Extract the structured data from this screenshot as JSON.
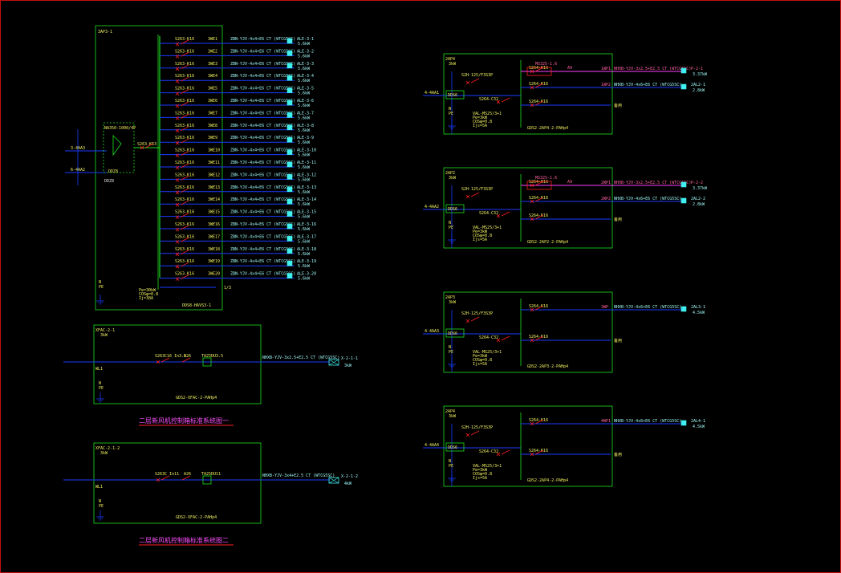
{
  "colors": {
    "bus": "#1a3cff",
    "frame": "#20e020",
    "red": "#ff2020",
    "magenta": "#ff40ff",
    "cyan": "#40f0f0",
    "yellow": "#f0f060"
  },
  "main_panel": {
    "head": "3AP3-1",
    "incomers": [
      "3-4AA3",
      "6-4AA2"
    ],
    "meter_label": "DDZ8",
    "switch_label": "NA350-1000/4P",
    "left_breaker": "S263-K63",
    "footer_left": [
      "N",
      "PE"
    ],
    "footer_calc": [
      "Pe=30kW",
      "COSφ=0.8",
      "Ij=38A"
    ],
    "footer_code": "DDS8-HAVS3-1",
    "spare_label": "1/3",
    "rows": [
      {
        "breaker": "S263-K16",
        "circuit": "3WE1",
        "cable": "ZBN-YJV-4x4+E6 CT (WTCG5SC)",
        "dest": "ALE-3-1",
        "power": "5.6kW"
      },
      {
        "breaker": "S263-K16",
        "circuit": "3WE2",
        "cable": "ZBN-YJV-4x4+E6 CT (WTCG5SC)",
        "dest": "ALE-3-2",
        "power": "5.6kW"
      },
      {
        "breaker": "S263-K16",
        "circuit": "3WE3",
        "cable": "ZBN-YJV-4x4+E6 CT (WTCG5SC)",
        "dest": "ALE-3-3",
        "power": "5.6kW"
      },
      {
        "breaker": "S263-K16",
        "circuit": "3WE4",
        "cable": "ZBN-YJV-4x4+E6 CT (WTCG5SC)",
        "dest": "ALE-3-4",
        "power": "5.6kW"
      },
      {
        "breaker": "S263-K16",
        "circuit": "3WE5",
        "cable": "ZBN-YJV-4x4+E6 CT (WTCG5SC)",
        "dest": "ALE-3-5",
        "power": "5.6kW"
      },
      {
        "breaker": "S263-K16",
        "circuit": "3WE6",
        "cable": "ZBN-YJV-4x4+E6 CT (WTCG5SC)",
        "dest": "ALE-3-6",
        "power": "5.6kW"
      },
      {
        "breaker": "S263-K16",
        "circuit": "3WE7",
        "cable": "ZBN-YJV-4x4+E6 CT (WTCG5SC)",
        "dest": "ALE-3-7",
        "power": "5.6kW"
      },
      {
        "breaker": "S263-K16",
        "circuit": "3WE8",
        "cable": "ZBN-YJV-4x4+E6 CT (WTCG5SC)",
        "dest": "ALE-3-8",
        "power": "5.6kW"
      },
      {
        "breaker": "S263-K16",
        "circuit": "3WE9",
        "cable": "ZBN-YJV-4x4+E6 CT (WTCG5SC)",
        "dest": "ALE-3-9",
        "power": "5.6kW"
      },
      {
        "breaker": "S263-K16",
        "circuit": "3WE10",
        "cable": "ZBN-YJV-4x4+E6 CT (WTCG5SC)",
        "dest": "ALE-3-10",
        "power": "5.6kW"
      },
      {
        "breaker": "S263-K16",
        "circuit": "3WE11",
        "cable": "ZBN-YJV-4x4+E6 CT (WTCG5SC)",
        "dest": "ALE-3-11",
        "power": "5.6kW"
      },
      {
        "breaker": "S263-K16",
        "circuit": "3WE12",
        "cable": "ZBN-YJV-4x4+E6 CT (WTCG5SC)",
        "dest": "ALE-3-12",
        "power": "5.6kW"
      },
      {
        "breaker": "S263-K16",
        "circuit": "3WE13",
        "cable": "ZBN-YJV-4x4+E6 CT (WTCG5SC)",
        "dest": "ALE-3-13",
        "power": "5.6kW"
      },
      {
        "breaker": "S263-K16",
        "circuit": "3WE14",
        "cable": "ZBN-YJV-4x4+E6 CT (WTCG5SC)",
        "dest": "ALE-3-14",
        "power": "5.6kW"
      },
      {
        "breaker": "S263-K16",
        "circuit": "3WE15",
        "cable": "ZBN-YJV-4x4+E6 CT (WTCG5SC)",
        "dest": "ALE-3-15",
        "power": "5.6kW"
      },
      {
        "breaker": "S263-K16",
        "circuit": "3WE16",
        "cable": "ZBN-YJV-4x4+E6 CT (WTCG5SC)",
        "dest": "ALE-3-16",
        "power": "5.6kW"
      },
      {
        "breaker": "S263-K16",
        "circuit": "3WE17",
        "cable": "ZBN-YJV-4x4+E6 CT (WTCG5SC)",
        "dest": "ALE-3-17",
        "power": "5.6kW"
      },
      {
        "breaker": "S263-K16",
        "circuit": "3WE18",
        "cable": "ZBN-YJV-4x4+E6 CT (WTCG5SC)",
        "dest": "ALE-3-18",
        "power": "5.6kW"
      },
      {
        "breaker": "S263-K16",
        "circuit": "3WE19",
        "cable": "ZBN-YJV-4x4+E6 CT (WTCG5SC)",
        "dest": "ALE-3-19",
        "power": "5.6kW"
      },
      {
        "breaker": "S263-K16",
        "circuit": "3WE20",
        "cable": "ZBN-YJV-4x4+E6 CT (WTCG5SC)",
        "dest": "ALE-3-20",
        "power": "5.6kW"
      }
    ]
  },
  "small_panels": [
    {
      "head": [
        "XFAC-2-1",
        "3kW"
      ],
      "left": "WL1",
      "breaker": "S263C16 In3.5",
      "contactor": "A26",
      "relay": "TA25DU3.5",
      "cable": "NHXB-YJV-3x2.5+E2.5 CT (WTCG5SC)",
      "dest": [
        "X-2-1-1",
        "3kW"
      ],
      "np": [
        "N",
        "PE"
      ],
      "code": "GDS2-XFAC-2-PAHp4",
      "title": "二层新风机控制箱标准系统图一"
    },
    {
      "head": [
        "XFAC-2-1-2",
        "3kW"
      ],
      "left": "WL1",
      "breaker": "S263C In11",
      "contactor": "A26",
      "relay": "TA25DU11",
      "cable": "NHXB-YJV-3x4+E2.5 CT (WTCG5SC)",
      "dest": [
        "X-2-1-2",
        "4kW"
      ],
      "np": [
        "N",
        "PE"
      ],
      "code": "GDS2-XFAC-2-PAHp4",
      "title": "二层新风机控制箱标准系统图二"
    }
  ],
  "right_panels": [
    {
      "head": [
        "2AP4",
        "3kW"
      ],
      "incomer": "4-4AA1",
      "main": "S2H-125/F3S3P",
      "meter": "DDS6",
      "breakers": [
        "S264-C32",
        "S264-K16",
        "S264-K16"
      ],
      "device": "MS325-1.6",
      "contact": "A9",
      "circuits": [
        {
          "name": "1WP1",
          "cable": "NHXB-YJV-3x2.5+E2.5 CT (WTCG5SC)",
          "dest": "P-2-1",
          "power": "3.37kW",
          "magenta": true
        },
        {
          "name": "1WP2",
          "cable": "NHXB-YJV-4x6+E6 CT (WTCG5SC)",
          "dest": "2AL2-1",
          "power": "2.8kW",
          "magenta": false
        }
      ],
      "spare": "备用",
      "calc": [
        "VAL-MS25/3+1",
        "Pe=3kW",
        "COSφ=0.8",
        "Ijs=5A"
      ],
      "np": [
        "N",
        "PE"
      ],
      "code": "GDS2-2AP4-2-PAHp4"
    },
    {
      "head": [
        "2AP2",
        "3kW"
      ],
      "incomer": "4-4AA2",
      "main": "S2H-125/F3S3P",
      "meter": "DDS6",
      "breakers": [
        "S264-C32",
        "S264-K16",
        "S264-K16"
      ],
      "device": "MS325-1.6",
      "contact": "A9",
      "circuits": [
        {
          "name": "2WP1",
          "cable": "NHXB-YJV-3x2.5+E2.5 CT (WTCG5SC)",
          "dest": "P-2-2",
          "power": "3.37kW",
          "magenta": true
        },
        {
          "name": "2WP2",
          "cable": "NHXB-YJV-4x6+E6 CT (WTCG5SC)",
          "dest": "2AL2-2",
          "power": "2.8kW",
          "magenta": false
        }
      ],
      "spare": "备用",
      "calc": [
        "VAL-MS25/3+1",
        "Pe=3kW",
        "COSφ=0.8",
        "Ijs=5A"
      ],
      "np": [
        "N",
        "PE"
      ],
      "code": "GDS2-2AP2-2-PAHp4"
    },
    {
      "head": [
        "2AP3",
        "3kW"
      ],
      "incomer": "4-4AA3",
      "main": "S2H-125/F3S3P",
      "meter": "DDS6",
      "breakers": [
        "S264-C32",
        "S264-K16",
        "S264-K16"
      ],
      "device": "",
      "contact": "",
      "circuits": [
        {
          "name": "3WP",
          "cable": "NHXB-YJV-4x6+E6 CT (WTCG5SC)",
          "dest": "2AL3-1",
          "power": "4.5kW",
          "magenta": false
        }
      ],
      "spare": "备用",
      "calc": [
        "VAL-MS25/3+1",
        "Pe=3kW",
        "COSφ=0.8",
        "Ijs=5A"
      ],
      "np": [
        "N",
        "PE"
      ],
      "code": "GDS2-2AP3-2-PAHp4"
    },
    {
      "head": [
        "2AP4",
        "3kW"
      ],
      "incomer": "4-4AA4",
      "main": "S2H-125/F3S3P",
      "meter": "DDS6",
      "breakers": [
        "S264-C32",
        "S264-K16",
        "S264-K16"
      ],
      "device": "",
      "contact": "",
      "circuits": [
        {
          "name": "4WP1",
          "cable": "NHXB-YJV-4x6+E6 CT (WTCG5SC)",
          "dest": "2AL4-1",
          "power": "4.5kW",
          "magenta": false
        }
      ],
      "spare": "备用",
      "calc": [
        "VAL-MS25/3+1",
        "Pe=3kW",
        "COSφ=0.8",
        "Ijs=5A"
      ],
      "np": [
        "N",
        "PE"
      ],
      "code": "GDS2-2AP4-2-PAHp4"
    }
  ]
}
